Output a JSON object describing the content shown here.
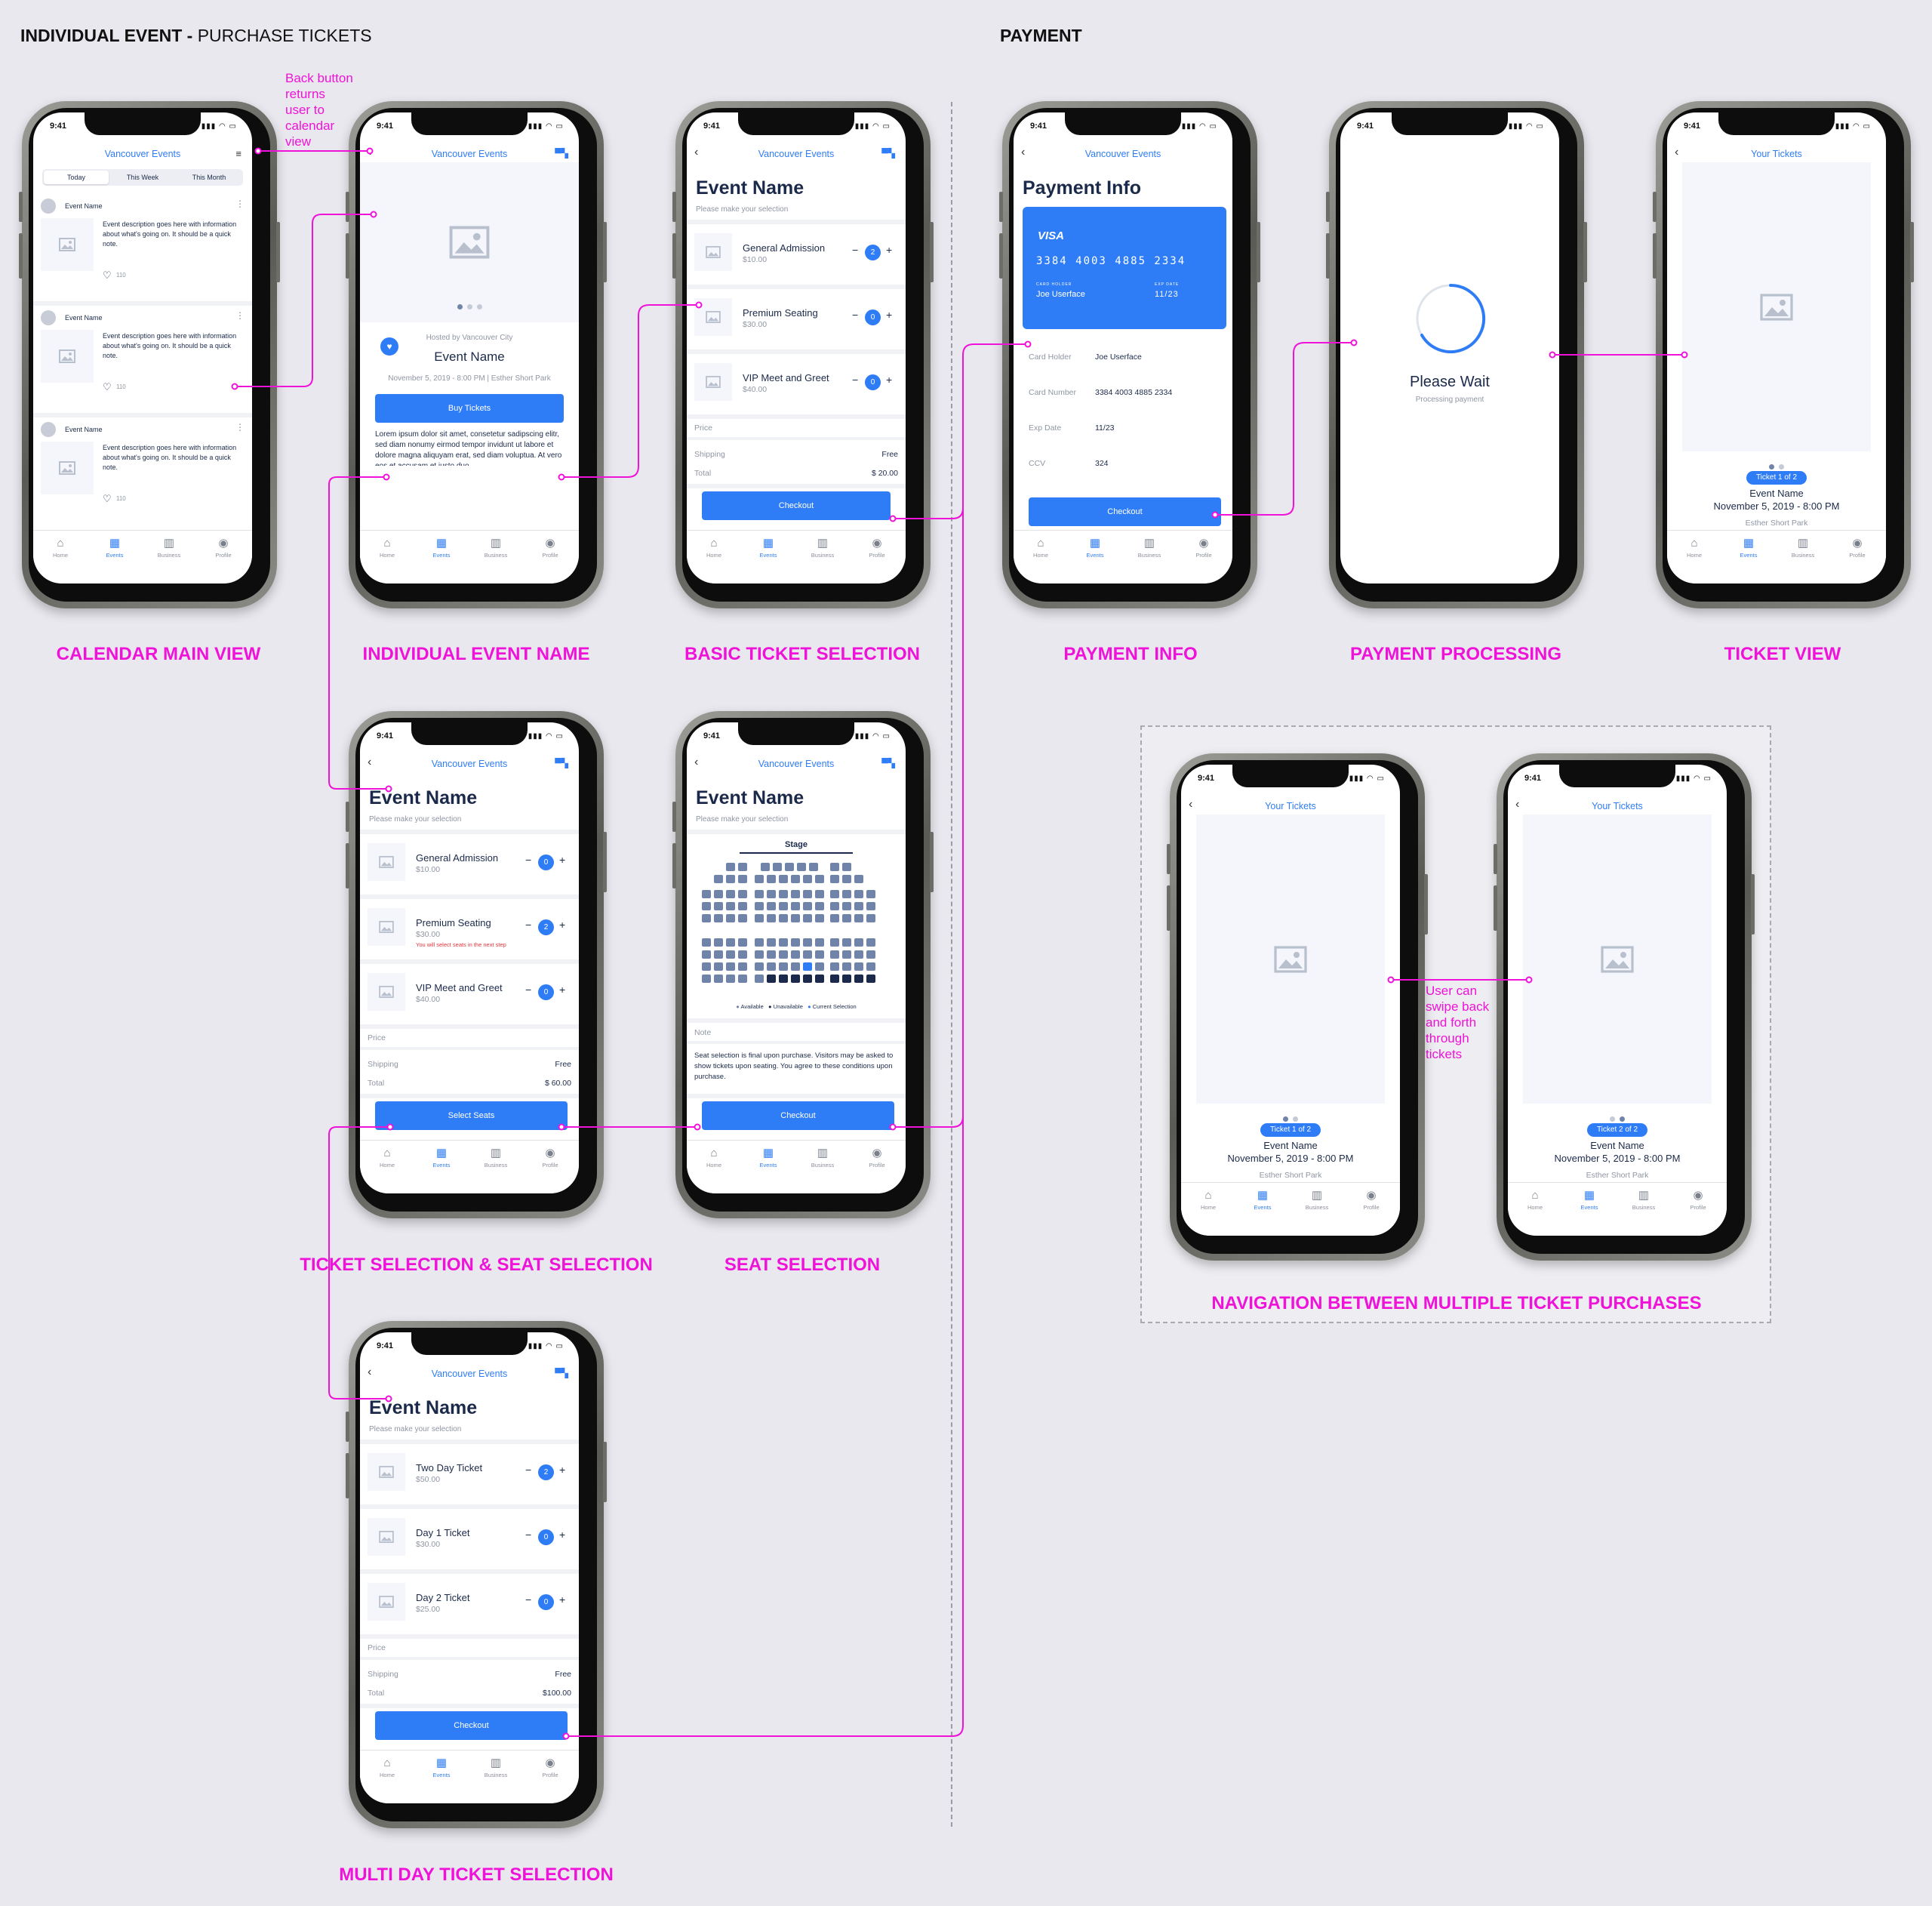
{
  "sections": {
    "individual_event_bold": "INDIVIDUAL EVENT -",
    "individual_event_rest": " PURCHASE TICKETS",
    "payment": "PAYMENT"
  },
  "captions": {
    "calendar": "CALENDAR MAIN VIEW",
    "event": "INDIVIDUAL EVENT NAME",
    "basic": "BASIC TICKET SELECTION",
    "payinfo": "PAYMENT INFO",
    "processing": "PAYMENT PROCESSING",
    "ticketview": "TICKET VIEW",
    "seatsel": "TICKET SELECTION & SEAT SELECTION",
    "seat": "SEAT SELECTION",
    "multi": "MULTI DAY TICKET SELECTION",
    "nav": "NAVIGATION BETWEEN MULTIPLE TICKET PURCHASES"
  },
  "notes": {
    "back": "Back button\nreturns\nuser to\ncalendar\nview",
    "swipe": "User can\nswipe back\nand forth\nthrough\ntickets"
  },
  "common": {
    "time": "9:41",
    "app_title": "Vancouver Events",
    "your_tickets": "Your Tickets",
    "event_name": "Event Name",
    "please_select": "Please make your selection",
    "price": "Price",
    "shipping": "Shipping",
    "free": "Free",
    "total": "Total",
    "checkout": "Checkout",
    "tabs": [
      "Home",
      "Events",
      "Business",
      "Profile"
    ],
    "ticket_date": "November 5, 2019 - 8:00 PM",
    "ticket_place": "Esther Short Park",
    "ticket1of2": "Ticket 1 of 2",
    "ticket2of2": "Ticket 2 of 2"
  },
  "calendar": {
    "segments": [
      "Today",
      "This Week",
      "This Month"
    ],
    "feed_name": "Event Name",
    "feed_desc": "Event description goes here with information about what's going on. It should be a quick note.",
    "likes": "110"
  },
  "event": {
    "hosted": "Hosted by Vancouver City",
    "name": "Event Name",
    "date_place": "November 5, 2019 - 8:00 PM | Esther Short Park",
    "buy": "Buy Tickets",
    "lorem": "Lorem ipsum dolor sit amet, consetetur sadipscing elitr, sed diam nonumy eirmod tempor invidunt ut labore et dolore magna aliquyam erat, sed diam voluptua. At vero eos et accusam et justo duo"
  },
  "basic": {
    "tickets": [
      {
        "name": "General Admission",
        "price": "$10.00",
        "count": "2"
      },
      {
        "name": "Premium Seating",
        "price": "$30.00",
        "count": "0"
      },
      {
        "name": "VIP Meet and Greet",
        "price": "$40.00",
        "count": "0"
      }
    ],
    "total": "$ 20.00"
  },
  "seatsel": {
    "tickets": [
      {
        "name": "General Admission",
        "price": "$10.00",
        "count": "0"
      },
      {
        "name": "Premium Seating",
        "price": "$30.00",
        "count": "2"
      },
      {
        "name": "VIP Meet and Greet",
        "price": "$40.00",
        "count": "0"
      }
    ],
    "warning": "You will select seats in the next step",
    "total": "$ 60.00",
    "button": "Select Seats"
  },
  "seat": {
    "stage": "Stage",
    "legend": [
      "Available",
      "Unavailable",
      "Current Selection"
    ],
    "note_label": "Note",
    "note": "Seat selection is final upon purchase. Visitors may be asked to show tickets upon seating. You agree to these conditions upon purchase."
  },
  "multi": {
    "tickets": [
      {
        "name": "Two Day Ticket",
        "price": "$50.00",
        "count": "2"
      },
      {
        "name": "Day 1 Ticket",
        "price": "$30.00",
        "count": "0"
      },
      {
        "name": "Day 2 Ticket",
        "price": "$25.00",
        "count": "0"
      }
    ],
    "total": "$100.00"
  },
  "payment": {
    "title": "Payment Info",
    "card_brand": "VISA",
    "card_number": "3384 4003 4885 2334",
    "card_holder_label": "CARD HOLDER",
    "card_holder": "Joe Userface",
    "exp_label": "EXP DATE",
    "exp": "11/23",
    "fields": [
      {
        "label": "Card Holder",
        "value": "Joe Userface"
      },
      {
        "label": "Card Number",
        "value": "3384 4003 4885 2334"
      },
      {
        "label": "Exp Date",
        "value": "11/23"
      },
      {
        "label": "CCV",
        "value": "324"
      }
    ]
  },
  "processing": {
    "title": "Please Wait",
    "sub": "Processing payment"
  },
  "colors": {
    "accent": "#2f7df6",
    "annotation": "#ef12d8",
    "navy": "#1b2a4a"
  }
}
